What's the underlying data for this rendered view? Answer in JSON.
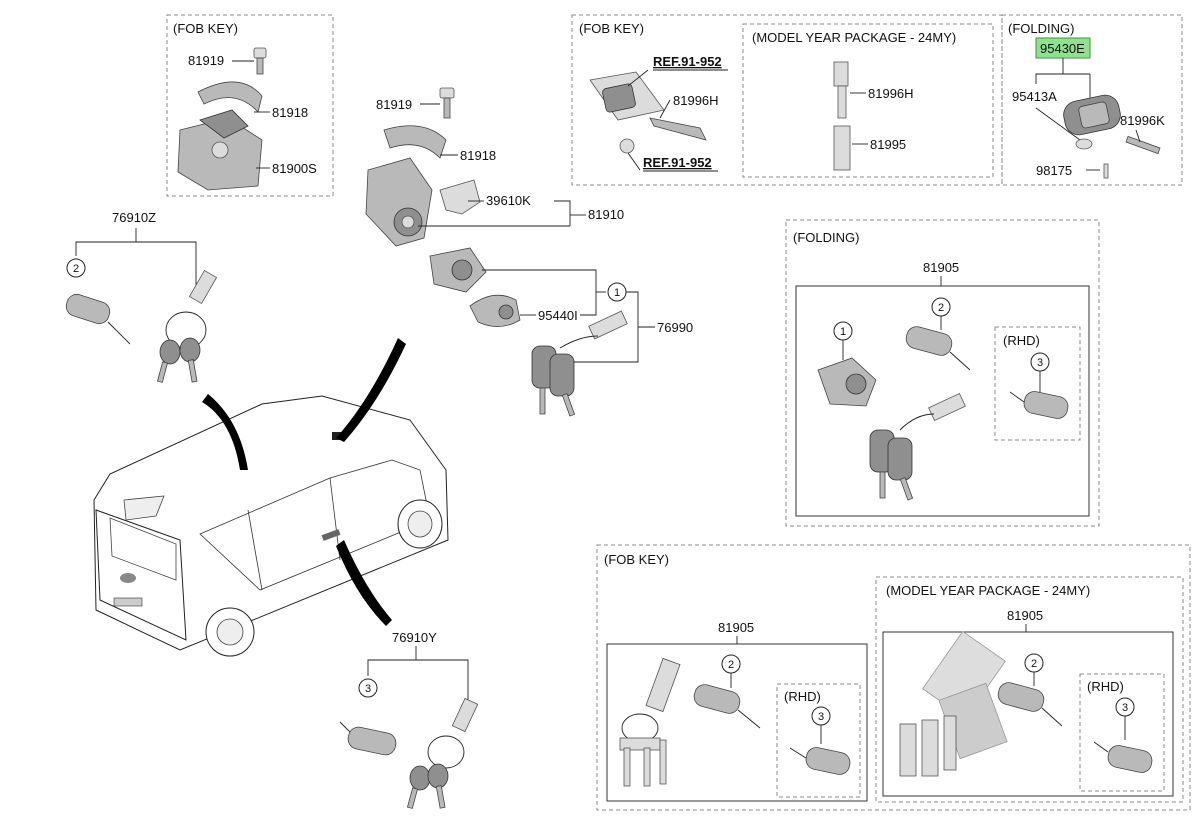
{
  "colors": {
    "highlight": "#8fe08f",
    "line": "#222222",
    "part": "#b9b9b9"
  },
  "groups": {
    "fob_key_1": "(FOB KEY)",
    "fob_key_2": "(FOB KEY)",
    "model_year_1": "(MODEL YEAR PACKAGE - 24MY)",
    "folding_1": "(FOLDING)",
    "folding_2": "(FOLDING)",
    "fob_key_3": "(FOB KEY)",
    "model_year_2": "(MODEL YEAR PACKAGE - 24MY)",
    "rhd_1": "(RHD)",
    "rhd_2": "(RHD)",
    "rhd_3": "(RHD)"
  },
  "labels": {
    "p81919_a": "81919",
    "p81918_a": "81918",
    "p81900S": "81900S",
    "p81919_b": "81919",
    "p81918_b": "81918",
    "p39610K": "39610K",
    "p81910": "81910",
    "p95440I": "95440I",
    "p76990": "76990",
    "p76910Z": "76910Z",
    "p76910Y": "76910Y",
    "ref_a": "REF.91-952",
    "ref_b": "REF.91-952",
    "p81996H_a": "81996H",
    "p81996H_b": "81996H",
    "p81995": "81995",
    "p95430E": "95430E",
    "p95413A": "95413A",
    "p81996K": "81996K",
    "p98175": "98175",
    "p81905_a": "81905",
    "p81905_b": "81905",
    "p81905_c": "81905"
  },
  "callouts": {
    "c1_top": "1",
    "c2_left": "2",
    "c3_left": "3",
    "c1_fold": "1",
    "c2_fold": "2",
    "c3_fold": "3",
    "c2_fob": "2",
    "c3_fob": "3",
    "c2_my": "2",
    "c3_my": "3"
  }
}
